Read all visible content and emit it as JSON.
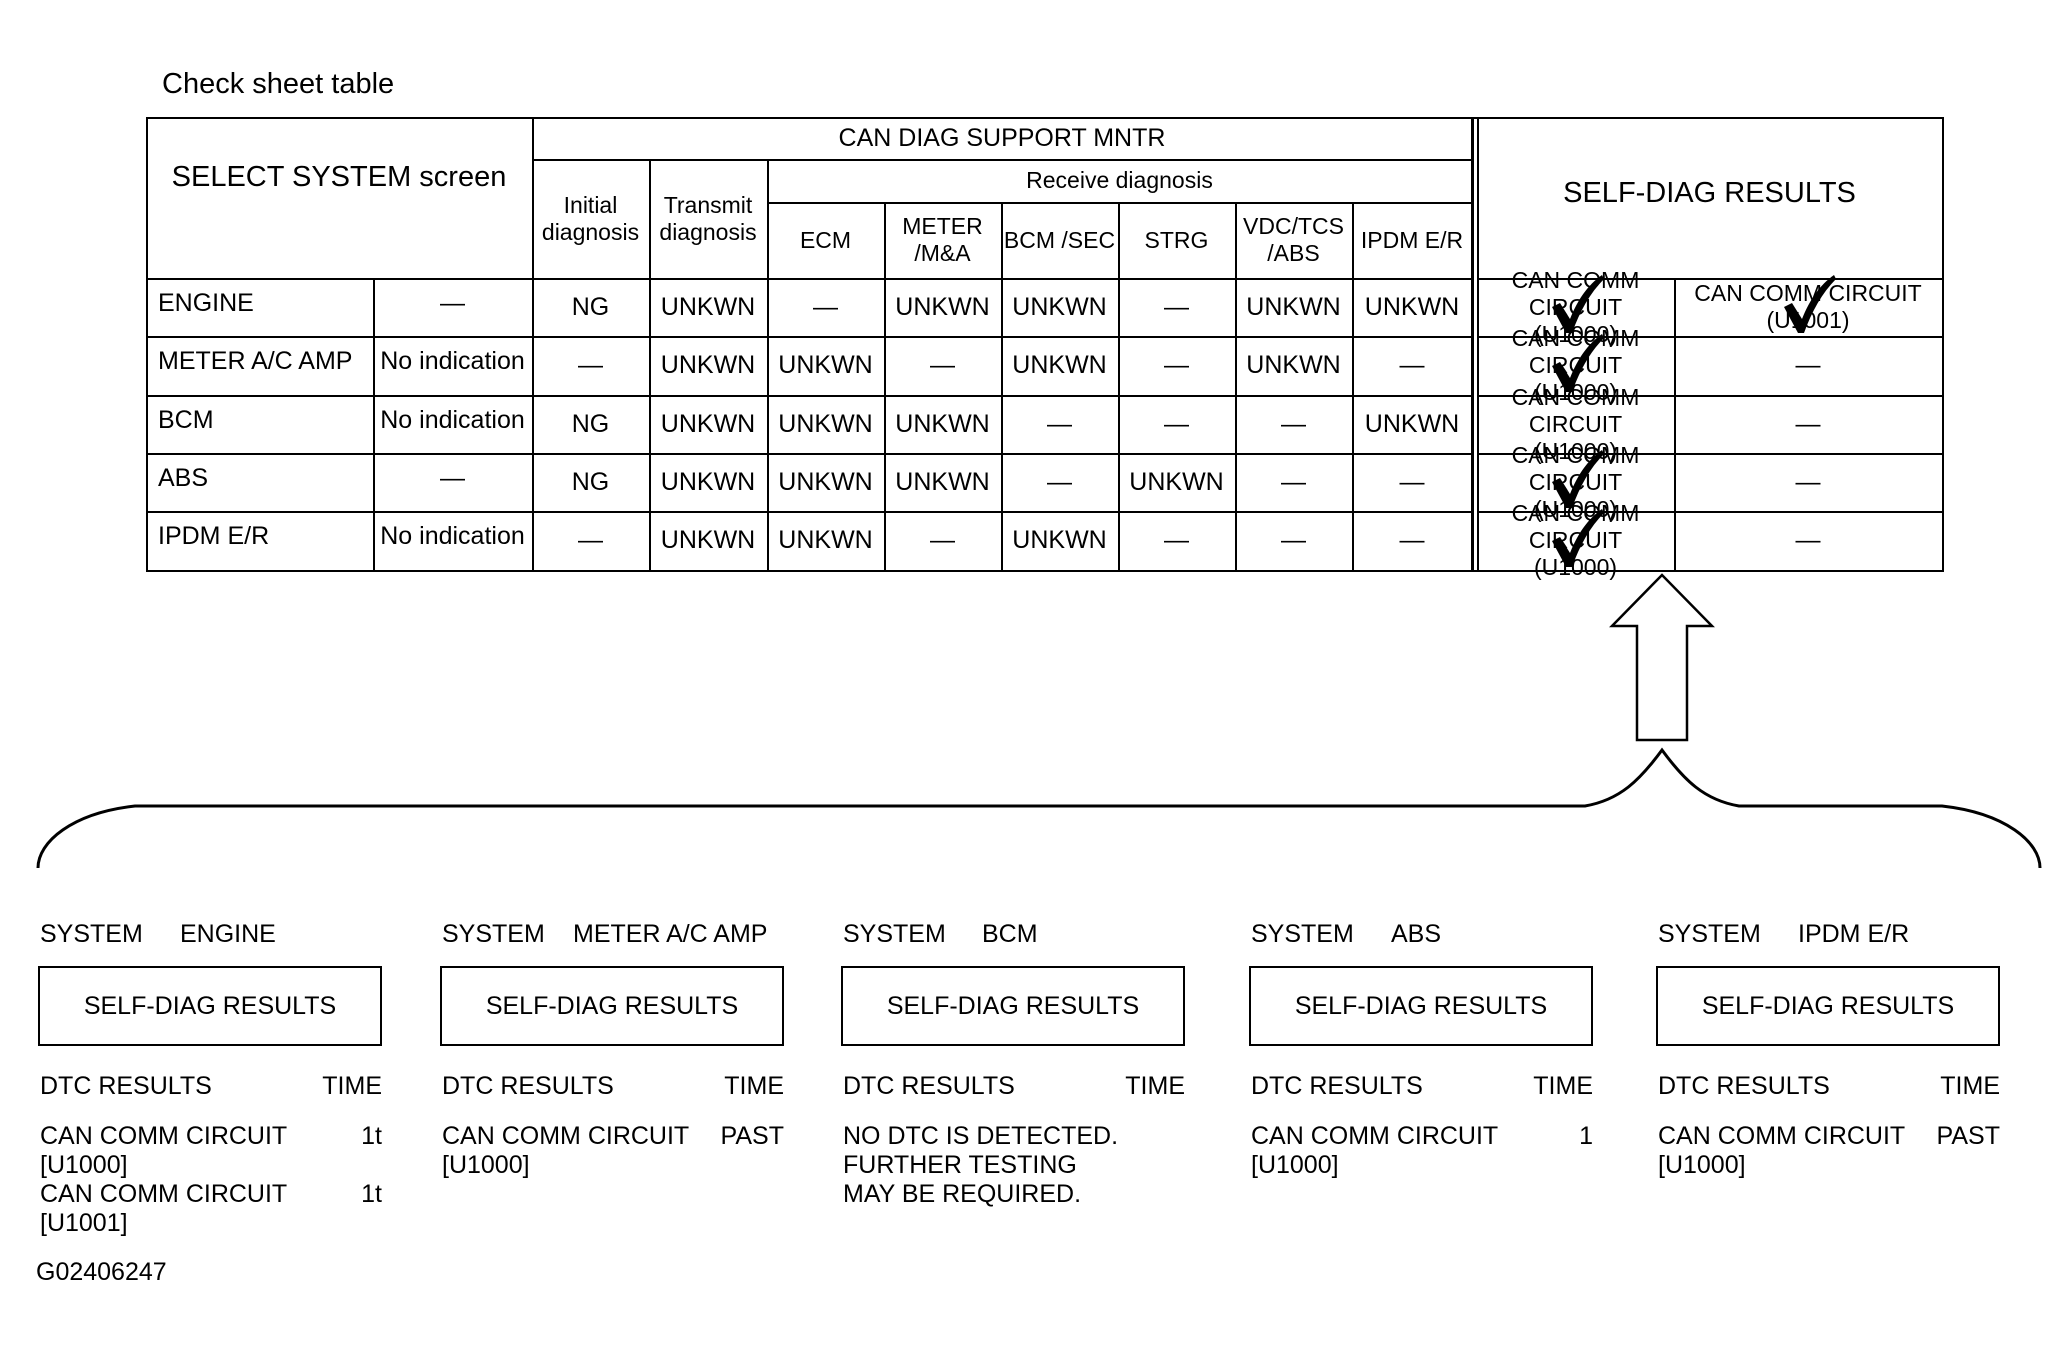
{
  "caption": "Check sheet table",
  "table": {
    "select_system_header": "SELECT SYSTEM screen",
    "can_diag_header": "CAN DIAG SUPPORT MNTR",
    "initial_header": "Initial diagnosis",
    "transmit_header": "Transmit diagnosis",
    "receive_header": "Receive diagnosis",
    "receive_cols": [
      "ECM",
      "METER /M&A",
      "BCM /SEC",
      "STRG",
      "VDC/TCS /ABS",
      "IPDM E/R"
    ],
    "self_diag_header": "SELF-DIAG RESULTS",
    "rows": [
      {
        "system": "ENGINE",
        "indication": "—",
        "initial": "NG",
        "transmit": "UNKWN",
        "receive": [
          "—",
          "UNKWN",
          "UNKWN",
          "—",
          "UNKWN",
          "UNKWN"
        ],
        "dtc1": {
          "name": "CAN COMM CIRCUIT",
          "code": "(U1000)",
          "checked": true
        },
        "dtc2": {
          "name": "CAN COMM CIRCUIT",
          "code": "(U1001)",
          "checked": true
        }
      },
      {
        "system": "METER A/C AMP",
        "indication": "No indication",
        "initial": "—",
        "transmit": "UNKWN",
        "receive": [
          "UNKWN",
          "—",
          "UNKWN",
          "—",
          "UNKWN",
          "—"
        ],
        "dtc1": {
          "name": "CAN COMM CIRCUIT",
          "code": "(U1000)",
          "checked": true
        },
        "dtc2_text": "—"
      },
      {
        "system": "BCM",
        "indication": "No indication",
        "initial": "NG",
        "transmit": "UNKWN",
        "receive": [
          "UNKWN",
          "UNKWN",
          "—",
          "—",
          "—",
          "UNKWN"
        ],
        "dtc1": {
          "name": "CAN COMM CIRCUIT",
          "code": "(U1000)",
          "checked": false
        },
        "dtc2_text": "—"
      },
      {
        "system": "ABS",
        "indication": "—",
        "initial": "NG",
        "transmit": "UNKWN",
        "receive": [
          "UNKWN",
          "UNKWN",
          "—",
          "UNKWN",
          "—",
          "—"
        ],
        "dtc1": {
          "name": "CAN COMM CIRCUIT",
          "code": "(U1000)",
          "checked": true
        },
        "dtc2_text": "—"
      },
      {
        "system": "IPDM E/R",
        "indication": "No indication",
        "initial": "—",
        "transmit": "UNKWN",
        "receive": [
          "UNKWN",
          "—",
          "UNKWN",
          "—",
          "—",
          "—"
        ],
        "dtc1": {
          "name": "CAN COMM CIRCUIT",
          "code": "(U1000)",
          "checked": true
        },
        "dtc2_text": "—"
      }
    ]
  },
  "panels": [
    {
      "system_label": "SYSTEM",
      "system": "ENGINE",
      "button": "SELF-DIAG RESULTS",
      "dtc_header": "DTC RESULTS",
      "time_header": "TIME",
      "entries": [
        {
          "name": "CAN COMM CIRCUIT",
          "code": "[U1000]",
          "time": "1t"
        },
        {
          "name": "CAN COMM CIRCUIT",
          "code": "[U1001]",
          "time": "1t"
        }
      ]
    },
    {
      "system_label": "SYSTEM",
      "system": "METER A/C AMP",
      "button": "SELF-DIAG RESULTS",
      "dtc_header": "DTC RESULTS",
      "time_header": "TIME",
      "entries": [
        {
          "name": "CAN COMM CIRCUIT",
          "code": "[U1000]",
          "time": "PAST"
        }
      ]
    },
    {
      "system_label": "SYSTEM",
      "system": "BCM",
      "button": "SELF-DIAG RESULTS",
      "dtc_header": "DTC RESULTS",
      "time_header": "TIME",
      "message": "NO DTC IS DETECTED.\nFURTHER TESTING\nMAY BE REQUIRED.",
      "entries": []
    },
    {
      "system_label": "SYSTEM",
      "system": "ABS",
      "button": "SELF-DIAG RESULTS",
      "dtc_header": "DTC RESULTS",
      "time_header": "TIME",
      "entries": [
        {
          "name": "CAN COMM CIRCUIT",
          "code": "[U1000]",
          "time": "1"
        }
      ]
    },
    {
      "system_label": "SYSTEM",
      "system": "IPDM E/R",
      "button": "SELF-DIAG RESULTS",
      "dtc_header": "DTC RESULTS",
      "time_header": "TIME",
      "entries": [
        {
          "name": "CAN COMM CIRCUIT",
          "code": "[U1000]",
          "time": "PAST"
        }
      ]
    }
  ],
  "figure_id": "G02406247"
}
